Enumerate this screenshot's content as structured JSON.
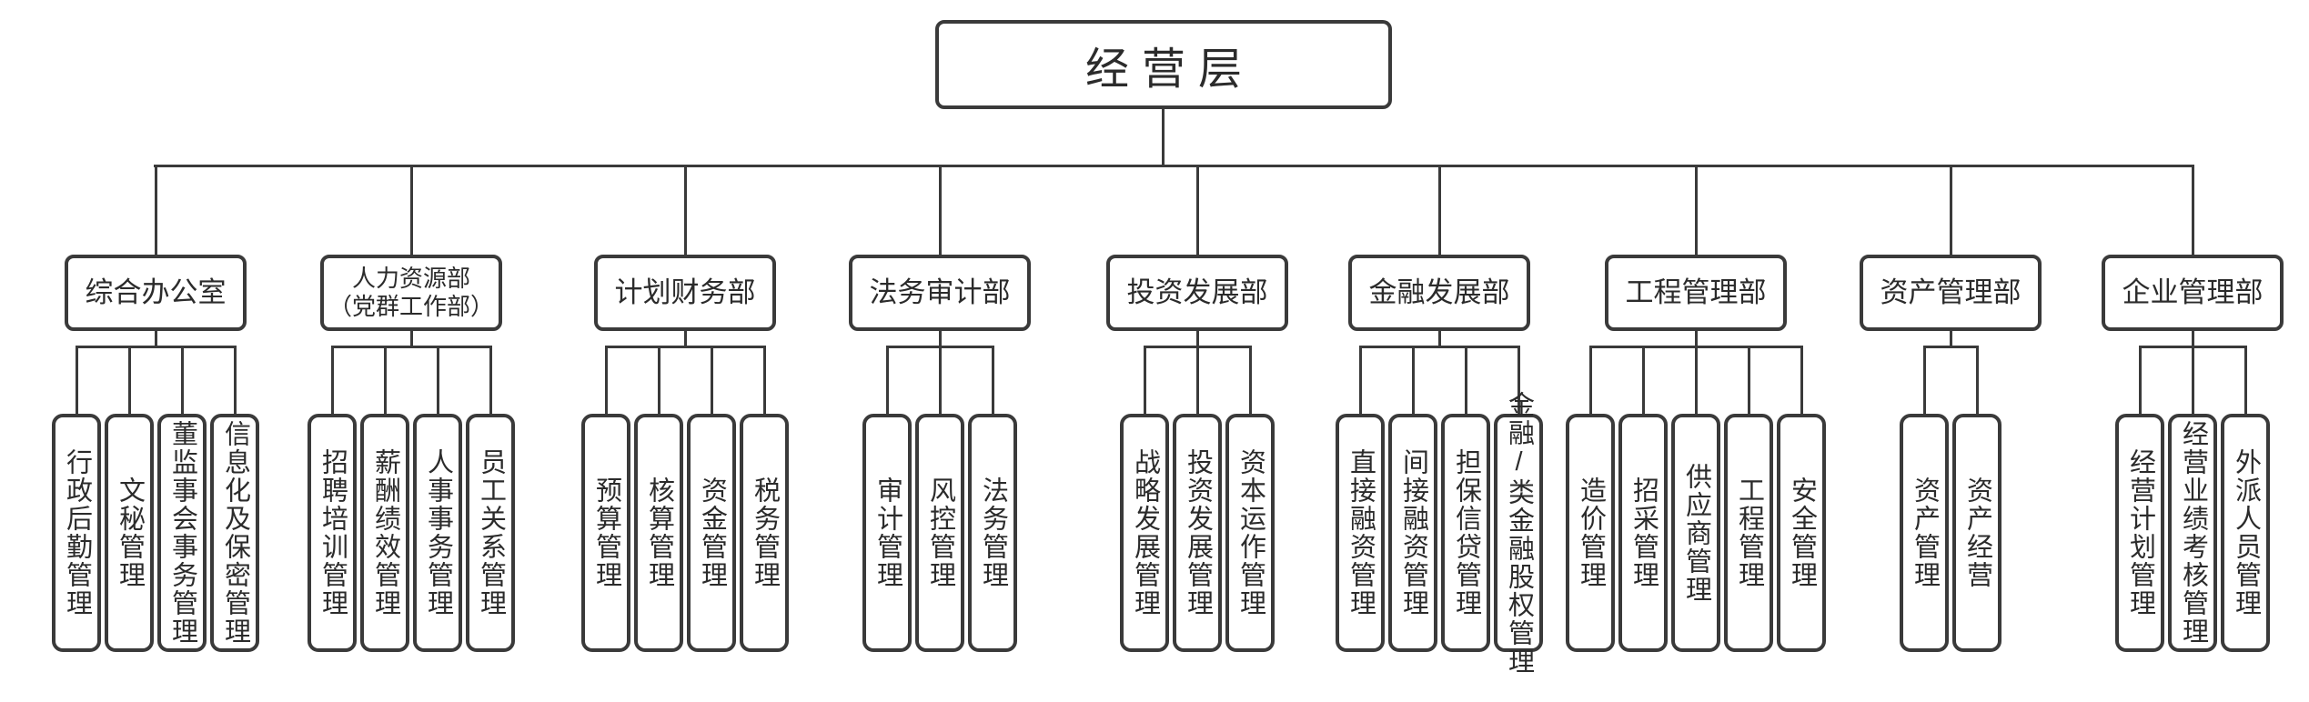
{
  "root": {
    "label": "经营层"
  },
  "departments": [
    {
      "label": "综合办公室",
      "children": [
        "行政后勤管理",
        "文秘管理",
        "董监事会事务管理",
        "信息化及保密管理"
      ]
    },
    {
      "label": "人力资源部",
      "label2": "（党群工作部）",
      "children": [
        "招聘培训管理",
        "薪酬绩效管理",
        "人事事务管理",
        "员工关系管理"
      ]
    },
    {
      "label": "计划财务部",
      "children": [
        "预算管理",
        "核算管理",
        "资金管理",
        "税务管理"
      ]
    },
    {
      "label": "法务审计部",
      "children": [
        "审计管理",
        "风控管理",
        "法务管理"
      ]
    },
    {
      "label": "投资发展部",
      "children": [
        "战略发展管理",
        "投资发展管理",
        "资本运作管理"
      ]
    },
    {
      "label": "金融发展部",
      "children": [
        "直接融资管理",
        "间接融资管理",
        "担保信贷管理",
        "金融/类金融股权管理"
      ]
    },
    {
      "label": "工程管理部",
      "children": [
        "造价管理",
        "招采管理",
        "供应商管理",
        "工程管理",
        "安全管理"
      ]
    },
    {
      "label": "资产管理部",
      "children": [
        "资产管理",
        "资产经营"
      ]
    },
    {
      "label": "企业管理部",
      "children": [
        "经营计划管理",
        "经营业绩考核管理",
        "外派人员管理"
      ]
    }
  ],
  "colors": {
    "line": "#3a3a3a",
    "text": "#2b2b2b",
    "background": "#ffffff"
  }
}
